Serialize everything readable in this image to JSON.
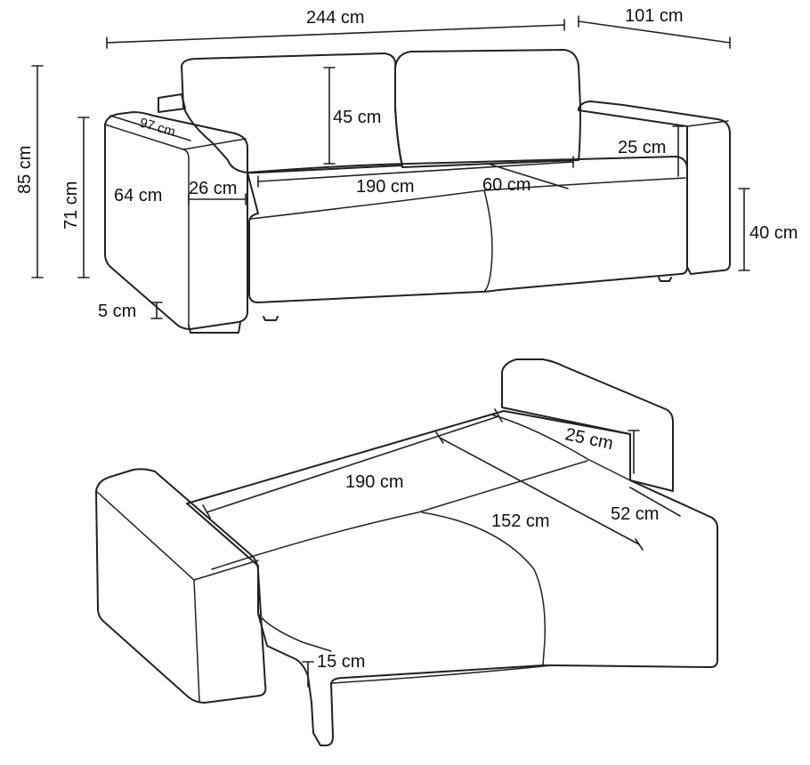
{
  "top_view": {
    "total_width": "244 cm",
    "depth": "101 cm",
    "total_height": "85 cm",
    "arm_height": "71 cm",
    "arm_inner_height": "64 cm",
    "arm_depth": "97 cm",
    "arm_width": "26 cm",
    "back_cushion_height": "45 cm",
    "arm_above_seat": "25 cm",
    "seat_width": "190 cm",
    "seat_depth": "60 cm",
    "seat_height": "40 cm",
    "leg_height": "5 cm"
  },
  "bed_view": {
    "bed_width": "190 cm",
    "arm_above_bed": "25 cm",
    "bed_length": "152 cm",
    "arm_depth": "52 cm",
    "mattress_thickness": "15 cm"
  }
}
